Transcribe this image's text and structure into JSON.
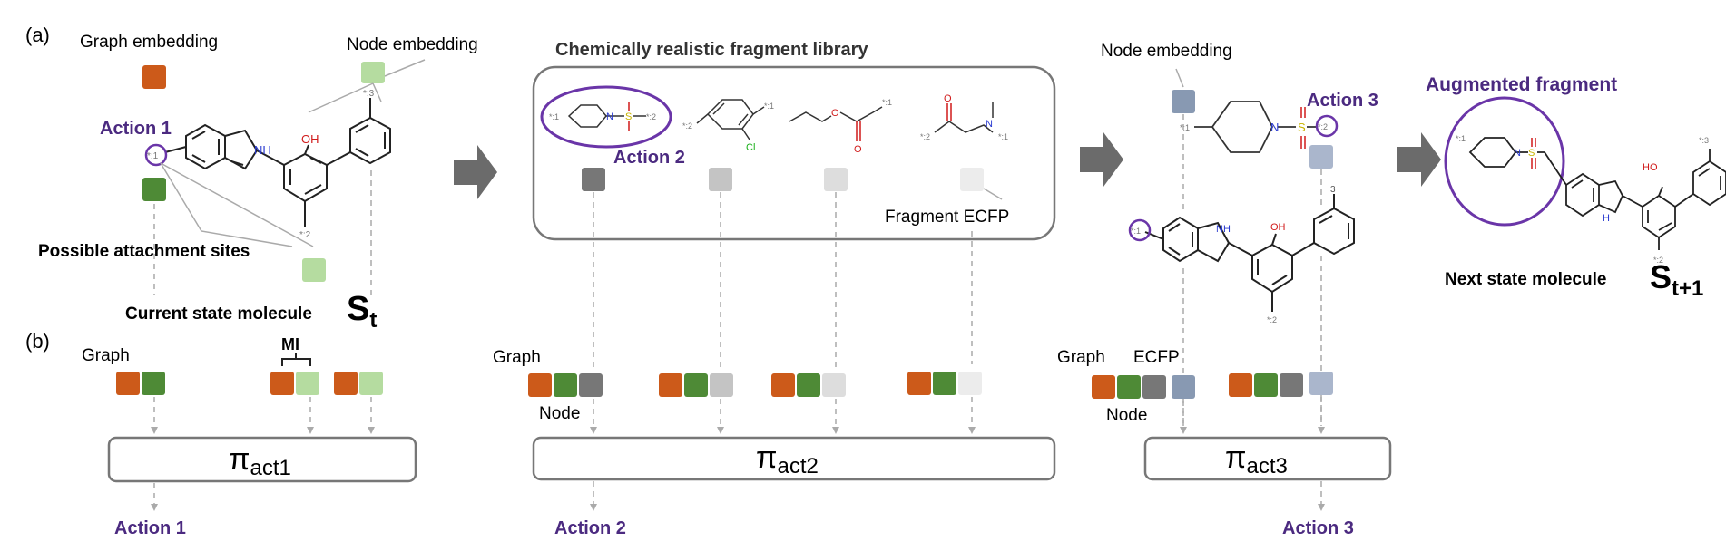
{
  "panel_labels": {
    "a": "(a)",
    "b": "(b)"
  },
  "labels": {
    "graph_embedding": "Graph embedding",
    "node_embedding_1": "Node embedding",
    "node_embedding_2": "Node embedding",
    "possible_attachment_sites": "Possible attachment sites",
    "current_state": "Current state molecule",
    "current_state_symbol": "S",
    "current_state_sub": "t",
    "fragment_library": "Chemically realistic fragment library",
    "fragment_ecfp": "Fragment ECFP",
    "augmented_fragment": "Augmented fragment",
    "next_state": "Next state molecule",
    "next_state_symbol": "S",
    "next_state_sub": "t+1",
    "action_1": "Action 1",
    "action_2": "Action 2",
    "action_3": "Action 3",
    "graph_b1": "Graph",
    "mi": "MI",
    "graph_b2": "Graph",
    "node_b2": "Node",
    "graph_b3": "Graph",
    "ecfp_b3": "ECFP",
    "node_b3": "Node",
    "pi": "π",
    "pi_act1_sub": "act1",
    "pi_act2_sub": "act2",
    "pi_act3_sub": "act3",
    "bottom_action_1": "Action 1",
    "bottom_action_2": "Action 2",
    "bottom_action_3": "Action 3"
  },
  "atom_labels": {
    "nh": "NH",
    "h": "H",
    "oh": "OH",
    "ho": "HO",
    "n": "N",
    "s": "S",
    "cl": "Cl",
    "o": "O",
    "site1": "*:1",
    "site2": "*:2",
    "site3": "*:3",
    "three": "3"
  },
  "colors": {
    "graph": "#cc5a1a",
    "node_dark_green": "#4e8a36",
    "node_light_green": "#b5dca0",
    "frag_dark_gray": "#777777",
    "frag_mid_gray": "#c4c4c4",
    "frag_light_gray": "#dddddd",
    "frag_very_light": "#ececec",
    "node_blue": "#8899b2",
    "node_light_blue": "#aab6cc",
    "purple": "#6a35a8",
    "arrow": "#6b6b6b"
  }
}
